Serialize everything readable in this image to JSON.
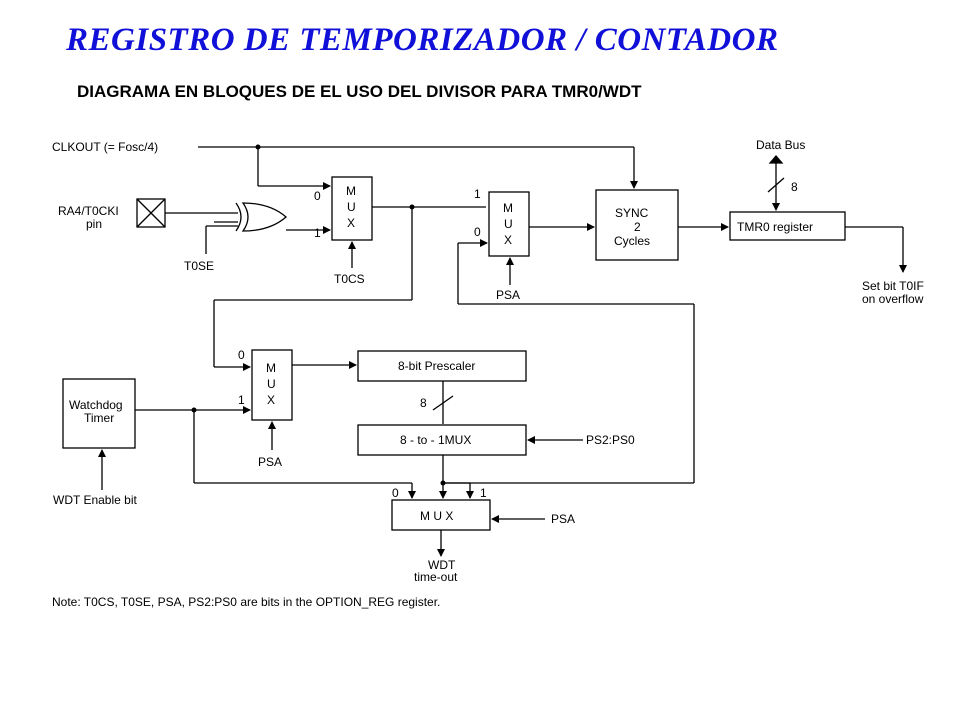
{
  "title": "REGISTRO DE TEMPORIZADOR / CONTADOR",
  "subtitle": "DIAGRAMA EN BLOQUES DE EL USO DEL DIVISOR PARA  TMR0/WDT",
  "labels": {
    "clkout": "CLKOUT (= Fosc/4)",
    "ra4_line1": "RA4/T0CKI",
    "ra4_line2": "pin",
    "t0se": "T0SE",
    "t0cs": "T0CS",
    "psa": "PSA",
    "data_bus": "Data Bus",
    "bus_width": "8",
    "set_bit_line1": "Set bit T0IF",
    "set_bit_line2": "on overflow",
    "wdt_enable": "WDT Enable bit",
    "ps_bits": "PS2:PS0",
    "wdt_timeout_line1": "WDT",
    "wdt_timeout_line2": "time-out",
    "input0": "0",
    "input1": "1"
  },
  "blocks": {
    "mux_letter1": "M",
    "mux_letter2": "U",
    "mux_letter3": "X",
    "sync_line1": "SYNC",
    "sync_line2": "2",
    "sync_line3": "Cycles",
    "tmr0": "TMR0 register",
    "prescaler": "8-bit Prescaler",
    "mux8to1": "8 - to - 1MUX",
    "watchdog_line1": "Watchdog",
    "watchdog_line2": "Timer",
    "mux_bottom": "M U X"
  },
  "note": "Note: T0CS, T0SE, PSA, PS2:PS0 are bits in the OPTION_REG register.",
  "colors": {
    "title": "#1010d8",
    "line": "#000000"
  }
}
